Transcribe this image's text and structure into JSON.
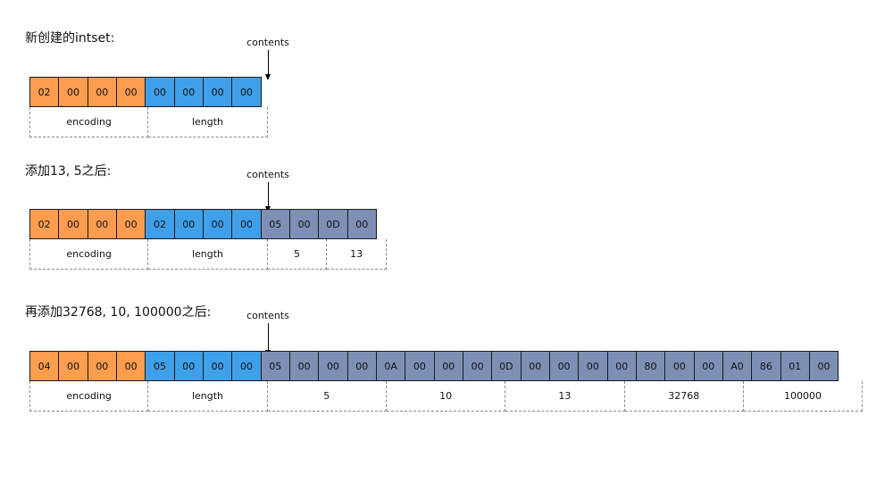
{
  "sections": [
    {
      "heading": "新创建的intset:",
      "pointer_label": "contents",
      "bytes": [
        {
          "text": "02",
          "color": "#ff9d4f"
        },
        {
          "text": "00",
          "color": "#ff9d4f"
        },
        {
          "text": "00",
          "color": "#ff9d4f"
        },
        {
          "text": "00",
          "color": "#ff9d4f"
        },
        {
          "text": "00",
          "color": "#3f9fe8"
        },
        {
          "text": "00",
          "color": "#3f9fe8"
        },
        {
          "text": "00",
          "color": "#3f9fe8"
        },
        {
          "text": "00",
          "color": "#3f9fe8"
        }
      ],
      "labels": [
        {
          "text": "encoding",
          "span": 4
        },
        {
          "text": "length",
          "span": 4
        }
      ]
    },
    {
      "heading": "添加13, 5之后:",
      "pointer_label": "contents",
      "bytes": [
        {
          "text": "02",
          "color": "#ff9d4f"
        },
        {
          "text": "00",
          "color": "#ff9d4f"
        },
        {
          "text": "00",
          "color": "#ff9d4f"
        },
        {
          "text": "00",
          "color": "#ff9d4f"
        },
        {
          "text": "02",
          "color": "#3f9fe8"
        },
        {
          "text": "00",
          "color": "#3f9fe8"
        },
        {
          "text": "00",
          "color": "#3f9fe8"
        },
        {
          "text": "00",
          "color": "#3f9fe8"
        },
        {
          "text": "05",
          "color": "#7e8fb5"
        },
        {
          "text": "00",
          "color": "#7e8fb5"
        },
        {
          "text": "0D",
          "color": "#7e8fb5"
        },
        {
          "text": "00",
          "color": "#7e8fb5"
        }
      ],
      "labels": [
        {
          "text": "encoding",
          "span": 4
        },
        {
          "text": "length",
          "span": 4
        },
        {
          "text": "5",
          "span": 2
        },
        {
          "text": "13",
          "span": 2
        }
      ]
    },
    {
      "heading": "再添加32768, 10, 100000之后:",
      "pointer_label": "contents",
      "bytes": [
        {
          "text": "04",
          "color": "#ff9d4f"
        },
        {
          "text": "00",
          "color": "#ff9d4f"
        },
        {
          "text": "00",
          "color": "#ff9d4f"
        },
        {
          "text": "00",
          "color": "#ff9d4f"
        },
        {
          "text": "05",
          "color": "#3f9fe8"
        },
        {
          "text": "00",
          "color": "#3f9fe8"
        },
        {
          "text": "00",
          "color": "#3f9fe8"
        },
        {
          "text": "00",
          "color": "#3f9fe8"
        },
        {
          "text": "05",
          "color": "#7e8fb5"
        },
        {
          "text": "00",
          "color": "#7e8fb5"
        },
        {
          "text": "00",
          "color": "#7e8fb5"
        },
        {
          "text": "00",
          "color": "#7e8fb5"
        },
        {
          "text": "0A",
          "color": "#7e8fb5"
        },
        {
          "text": "00",
          "color": "#7e8fb5"
        },
        {
          "text": "00",
          "color": "#7e8fb5"
        },
        {
          "text": "00",
          "color": "#7e8fb5"
        },
        {
          "text": "0D",
          "color": "#7e8fb5"
        },
        {
          "text": "00",
          "color": "#7e8fb5"
        },
        {
          "text": "00",
          "color": "#7e8fb5"
        },
        {
          "text": "00",
          "color": "#7e8fb5"
        },
        {
          "text": "00",
          "color": "#7e8fb5"
        },
        {
          "text": "80",
          "color": "#7e8fb5"
        },
        {
          "text": "00",
          "color": "#7e8fb5"
        },
        {
          "text": "00",
          "color": "#7e8fb5"
        },
        {
          "text": "A0",
          "color": "#7e8fb5"
        },
        {
          "text": "86",
          "color": "#7e8fb5"
        },
        {
          "text": "01",
          "color": "#7e8fb5"
        },
        {
          "text": "00",
          "color": "#7e8fb5"
        }
      ],
      "labels": [
        {
          "text": "encoding",
          "span": 4
        },
        {
          "text": "length",
          "span": 4
        },
        {
          "text": "5",
          "span": 4
        },
        {
          "text": "10",
          "span": 4
        },
        {
          "text": "13",
          "span": 4
        },
        {
          "text": "32768",
          "span": 4
        },
        {
          "text": "100000",
          "span": 4
        }
      ]
    }
  ]
}
